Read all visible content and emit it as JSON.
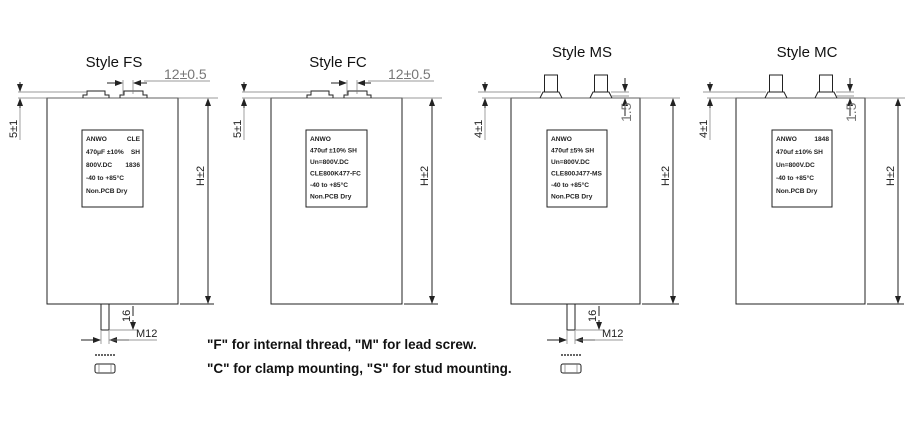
{
  "figures": [
    {
      "title": "Style FS",
      "terminal": "F",
      "mount": "S",
      "offset_label": "5±1",
      "spacing_label": "12±0.5",
      "height_label": "H±2",
      "stud_length_label": "16",
      "thread_label": "M12",
      "nameplate": [
        [
          "ANWO",
          "CLE"
        ],
        [
          "470μF ±10%",
          "SH"
        ],
        [
          "800V.DC",
          "1836"
        ],
        [
          "-40 to +85°C",
          ""
        ],
        [
          "Non.PCB  Dry",
          ""
        ]
      ]
    },
    {
      "title": "Style FC",
      "terminal": "F",
      "mount": "C",
      "offset_label": "5±1",
      "spacing_label": "12±0.5",
      "height_label": "H±2",
      "nameplate": [
        [
          "ANWO",
          ""
        ],
        [
          "470uf ±10%   SH",
          ""
        ],
        [
          "Un=800V.DC",
          ""
        ],
        [
          "CLE800K477-FC",
          ""
        ],
        [
          "-40 to +85°C",
          ""
        ],
        [
          "Non.PCB  Dry",
          ""
        ]
      ]
    },
    {
      "title": "Style MS",
      "terminal": "M",
      "mount": "S",
      "offset_label": "4±1",
      "gap_label": "1.5",
      "height_label": "H±2",
      "stud_length_label": "16",
      "thread_label": "M12",
      "nameplate": [
        [
          "ANWO",
          ""
        ],
        [
          "470uf ±5%   SH",
          ""
        ],
        [
          "Un=800V.DC",
          ""
        ],
        [
          "CLE800J477-MS",
          ""
        ],
        [
          "-40 to +85°C",
          ""
        ],
        [
          "Non.PCB  Dry",
          ""
        ]
      ]
    },
    {
      "title": "Style MC",
      "terminal": "M",
      "mount": "C",
      "offset_label": "4±1",
      "gap_label": "1.5",
      "height_label": "H±2",
      "nameplate": [
        [
          "ANWO",
          "1848"
        ],
        [
          "470uf ±10%   SH",
          ""
        ],
        [
          "Un=800V.DC",
          ""
        ],
        [
          "-40 to +85°C",
          ""
        ],
        [
          "Non.PCB  Dry",
          ""
        ]
      ]
    }
  ],
  "notes": [
    "\"F\" for internal thread, \"M\" for lead screw.",
    "\"C\" for clamp mounting, \"S\" for stud mounting."
  ]
}
